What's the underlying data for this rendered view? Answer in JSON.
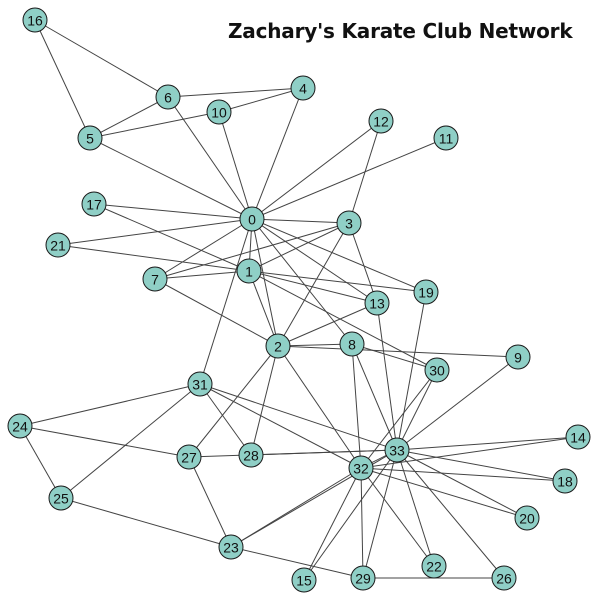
{
  "title": "Zachary's Karate Club Network",
  "colors": {
    "node_fill": "#8fcfc6",
    "node_stroke": "#1a1a1a",
    "edge": "#444444",
    "background": "#ffffff"
  },
  "nodes": [
    {
      "id": "0",
      "label": "0"
    },
    {
      "id": "1",
      "label": "1"
    },
    {
      "id": "2",
      "label": "2"
    },
    {
      "id": "3",
      "label": "3"
    },
    {
      "id": "4",
      "label": "4"
    },
    {
      "id": "5",
      "label": "5"
    },
    {
      "id": "6",
      "label": "6"
    },
    {
      "id": "7",
      "label": "7"
    },
    {
      "id": "8",
      "label": "8"
    },
    {
      "id": "9",
      "label": "9"
    },
    {
      "id": "10",
      "label": "10"
    },
    {
      "id": "11",
      "label": "11"
    },
    {
      "id": "12",
      "label": "12"
    },
    {
      "id": "13",
      "label": "13"
    },
    {
      "id": "14",
      "label": "14"
    },
    {
      "id": "15",
      "label": "15"
    },
    {
      "id": "16",
      "label": "16"
    },
    {
      "id": "17",
      "label": "17"
    },
    {
      "id": "18",
      "label": "18"
    },
    {
      "id": "19",
      "label": "19"
    },
    {
      "id": "20",
      "label": "20"
    },
    {
      "id": "21",
      "label": "21"
    },
    {
      "id": "22",
      "label": "22"
    },
    {
      "id": "23",
      "label": "23"
    },
    {
      "id": "24",
      "label": "24"
    },
    {
      "id": "25",
      "label": "25"
    },
    {
      "id": "26",
      "label": "26"
    },
    {
      "id": "27",
      "label": "27"
    },
    {
      "id": "28",
      "label": "28"
    },
    {
      "id": "29",
      "label": "29"
    },
    {
      "id": "30",
      "label": "30"
    },
    {
      "id": "31",
      "label": "31"
    },
    {
      "id": "32",
      "label": "32"
    },
    {
      "id": "33",
      "label": "33"
    }
  ],
  "edges": [
    [
      "16",
      "6"
    ],
    [
      "16",
      "5"
    ],
    [
      "6",
      "5"
    ],
    [
      "6",
      "4"
    ],
    [
      "6",
      "0"
    ],
    [
      "5",
      "10"
    ],
    [
      "5",
      "0"
    ],
    [
      "10",
      "4"
    ],
    [
      "10",
      "0"
    ],
    [
      "4",
      "0"
    ],
    [
      "12",
      "0"
    ],
    [
      "12",
      "3"
    ],
    [
      "11",
      "0"
    ],
    [
      "17",
      "0"
    ],
    [
      "17",
      "1"
    ],
    [
      "21",
      "0"
    ],
    [
      "21",
      "1"
    ],
    [
      "0",
      "3"
    ],
    [
      "0",
      "1"
    ],
    [
      "0",
      "7"
    ],
    [
      "0",
      "2"
    ],
    [
      "0",
      "13"
    ],
    [
      "0",
      "19"
    ],
    [
      "0",
      "8"
    ],
    [
      "0",
      "31"
    ],
    [
      "3",
      "1"
    ],
    [
      "3",
      "7"
    ],
    [
      "3",
      "2"
    ],
    [
      "3",
      "13"
    ],
    [
      "1",
      "7"
    ],
    [
      "1",
      "2"
    ],
    [
      "1",
      "13"
    ],
    [
      "1",
      "19"
    ],
    [
      "1",
      "30"
    ],
    [
      "7",
      "2"
    ],
    [
      "13",
      "2"
    ],
    [
      "13",
      "33"
    ],
    [
      "19",
      "33"
    ],
    [
      "2",
      "8"
    ],
    [
      "2",
      "9"
    ],
    [
      "2",
      "27"
    ],
    [
      "2",
      "28"
    ],
    [
      "2",
      "32"
    ],
    [
      "8",
      "30"
    ],
    [
      "8",
      "32"
    ],
    [
      "8",
      "33"
    ],
    [
      "9",
      "33"
    ],
    [
      "30",
      "32"
    ],
    [
      "30",
      "33"
    ],
    [
      "31",
      "24"
    ],
    [
      "31",
      "25"
    ],
    [
      "31",
      "28"
    ],
    [
      "31",
      "32"
    ],
    [
      "31",
      "33"
    ],
    [
      "24",
      "27"
    ],
    [
      "24",
      "25"
    ],
    [
      "25",
      "23"
    ],
    [
      "27",
      "23"
    ],
    [
      "27",
      "33"
    ],
    [
      "28",
      "33"
    ],
    [
      "23",
      "32"
    ],
    [
      "23",
      "33"
    ],
    [
      "23",
      "29"
    ],
    [
      "32",
      "33"
    ],
    [
      "32",
      "14"
    ],
    [
      "32",
      "15"
    ],
    [
      "32",
      "18"
    ],
    [
      "32",
      "20"
    ],
    [
      "32",
      "22"
    ],
    [
      "32",
      "29"
    ],
    [
      "33",
      "14"
    ],
    [
      "33",
      "15"
    ],
    [
      "33",
      "18"
    ],
    [
      "33",
      "20"
    ],
    [
      "33",
      "22"
    ],
    [
      "33",
      "26"
    ],
    [
      "33",
      "29"
    ],
    [
      "29",
      "26"
    ]
  ]
}
